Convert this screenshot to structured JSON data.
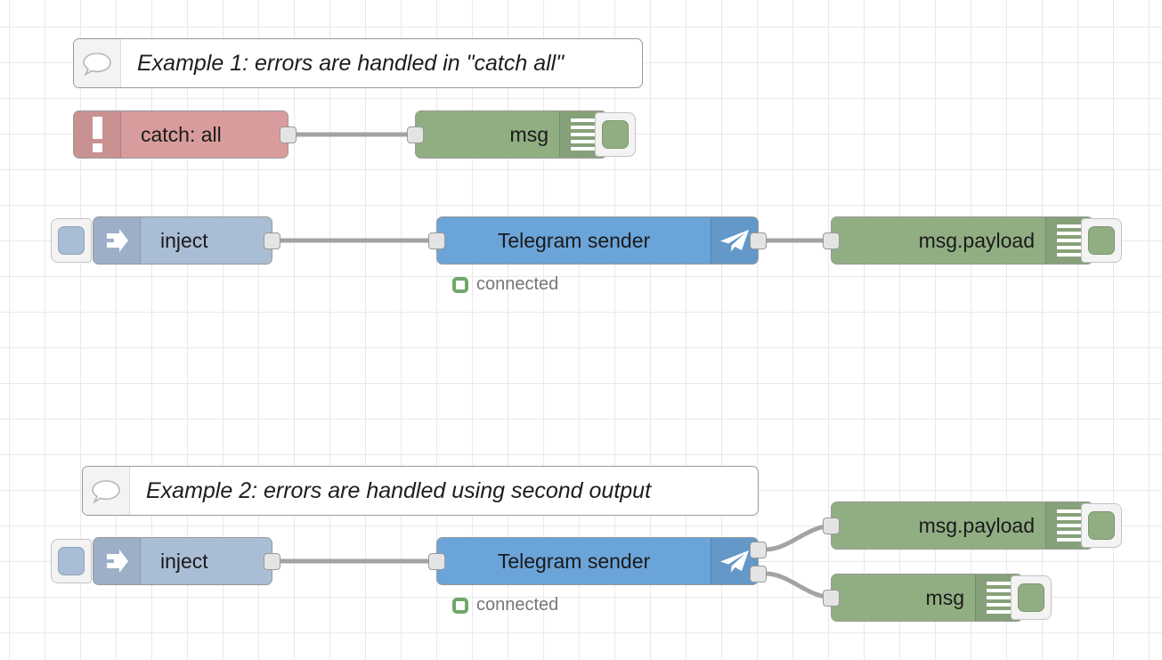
{
  "canvas": {
    "background": "#ffffff",
    "grid_color": "#e9e9e9",
    "grid_size": 40
  },
  "palette": {
    "comment_bg": "#ffffff",
    "catch_bg": "#d99c9c",
    "inject_bg": "#a9bdd5",
    "telegram_bg": "#6ba4d9",
    "debug_bg": "#91ae83",
    "port_bg": "#e4e4e4",
    "wire": "#a3a3a3",
    "status_green": "#71a76b",
    "node_border": "#999999"
  },
  "flows": [
    {
      "id": "example-1",
      "comment": {
        "text": "Example 1: errors are handled in \"catch all\"",
        "icon": "comment-bubble-icon"
      },
      "nodes": {
        "catch": {
          "label": "catch: all",
          "icon": "exclamation-icon"
        },
        "debug": {
          "label": "msg",
          "icon": "debug-lines-icon",
          "toggle": "debug-toggle-button"
        }
      }
    },
    {
      "id": "example-1-main",
      "nodes": {
        "inject": {
          "label": "inject",
          "icon": "inject-arrow-icon",
          "button": "inject-trigger-button"
        },
        "telegram": {
          "label": "Telegram sender",
          "icon": "telegram-paperplane-icon",
          "status": "connected"
        },
        "debug": {
          "label": "msg.payload",
          "icon": "debug-lines-icon",
          "toggle": "debug-toggle-button"
        }
      }
    },
    {
      "id": "example-2",
      "comment": {
        "text": "Example 2: errors are handled using second output",
        "icon": "comment-bubble-icon"
      },
      "nodes": {
        "inject": {
          "label": "inject",
          "icon": "inject-arrow-icon",
          "button": "inject-trigger-button"
        },
        "telegram": {
          "label": "Telegram sender",
          "icon": "telegram-paperplane-icon",
          "status": "connected"
        },
        "debug_payload": {
          "label": "msg.payload",
          "icon": "debug-lines-icon",
          "toggle": "debug-toggle-button"
        },
        "debug_msg": {
          "label": "msg",
          "icon": "debug-lines-icon",
          "toggle": "debug-toggle-button"
        }
      }
    }
  ]
}
